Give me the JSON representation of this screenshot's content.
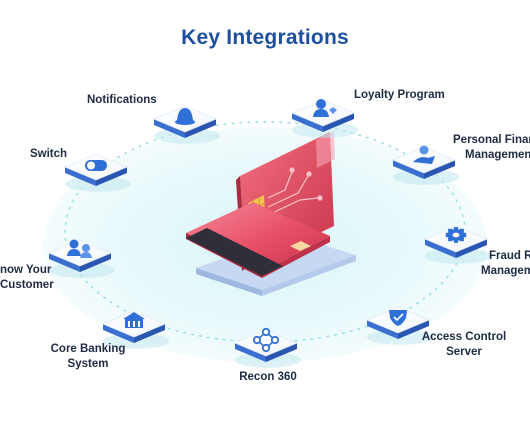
{
  "title": "Key Integrations",
  "colors": {
    "title": "#1d4f9e",
    "tile_icon": "#2f6fd8",
    "card_red": "#e2485d",
    "card_pink": "#f06c80",
    "ring_glow": "#e8f9fb",
    "ring_dash": "#8fd9e6"
  },
  "nodes": [
    {
      "id": "notifications",
      "label_line1": "Notifications",
      "label_line2": "",
      "icon": "bell-icon"
    },
    {
      "id": "loyalty-program",
      "label_line1": "Loyalty Program",
      "label_line2": "",
      "icon": "user-heart-icon"
    },
    {
      "id": "switch",
      "label_line1": "Switch",
      "label_line2": "",
      "icon": "toggle-switch-icon"
    },
    {
      "id": "personal-finance",
      "label_line1": "Personal Finan",
      "label_line2": "Managemen",
      "icon": "hand-coin-icon"
    },
    {
      "id": "know-your-customer",
      "label_line1": "now Your",
      "label_line2": "Customer",
      "icon": "user-id-icon"
    },
    {
      "id": "fraud-risk",
      "label_line1": "Fraud R",
      "label_line2": "Managem",
      "icon": "gear-shield-icon"
    },
    {
      "id": "core-banking",
      "label_line1": "Core Banking",
      "label_line2": "System",
      "icon": "bank-icon"
    },
    {
      "id": "access-control",
      "label_line1": "Access Control",
      "label_line2": "Server",
      "icon": "shield-icon"
    },
    {
      "id": "recon-360",
      "label_line1": "Recon 360",
      "label_line2": "",
      "icon": "network-icon"
    }
  ]
}
